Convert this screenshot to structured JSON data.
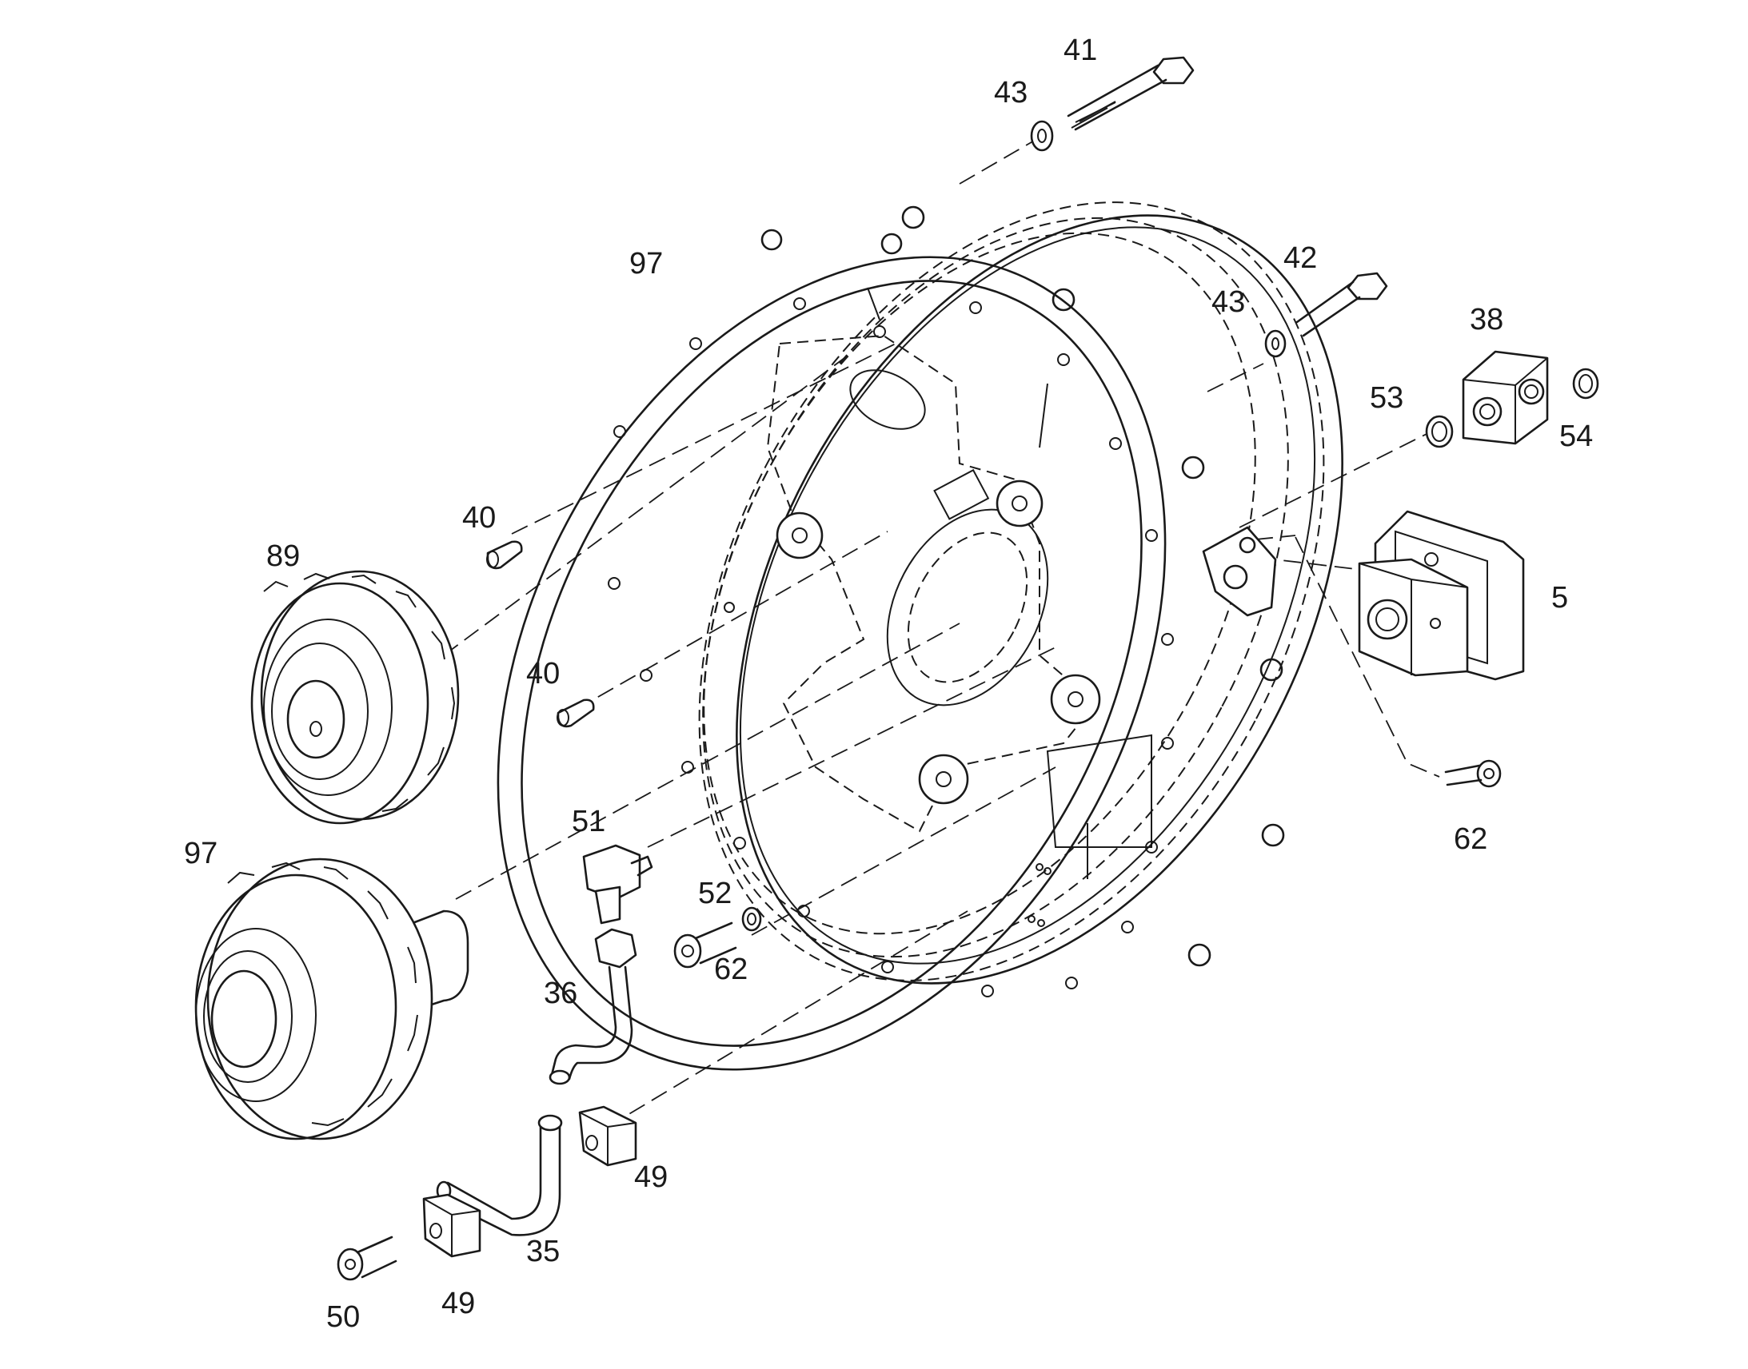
{
  "callouts": [
    {
      "id": "c41",
      "label": "41"
    },
    {
      "id": "c43a",
      "label": "43"
    },
    {
      "id": "c97a",
      "label": "97"
    },
    {
      "id": "c42",
      "label": "42"
    },
    {
      "id": "c43b",
      "label": "43"
    },
    {
      "id": "c38",
      "label": "38"
    },
    {
      "id": "c53",
      "label": "53"
    },
    {
      "id": "c54",
      "label": "54"
    },
    {
      "id": "c40a",
      "label": "40"
    },
    {
      "id": "c89",
      "label": "89"
    },
    {
      "id": "c5",
      "label": "5"
    },
    {
      "id": "c40b",
      "label": "40"
    },
    {
      "id": "c51",
      "label": "51"
    },
    {
      "id": "c62a",
      "label": "62"
    },
    {
      "id": "c97b",
      "label": "97"
    },
    {
      "id": "c52",
      "label": "52"
    },
    {
      "id": "c62b",
      "label": "62"
    },
    {
      "id": "c36",
      "label": "36"
    },
    {
      "id": "c49a",
      "label": "49"
    },
    {
      "id": "c35",
      "label": "35"
    },
    {
      "id": "c50",
      "label": "50"
    },
    {
      "id": "c49b",
      "label": "49"
    }
  ]
}
